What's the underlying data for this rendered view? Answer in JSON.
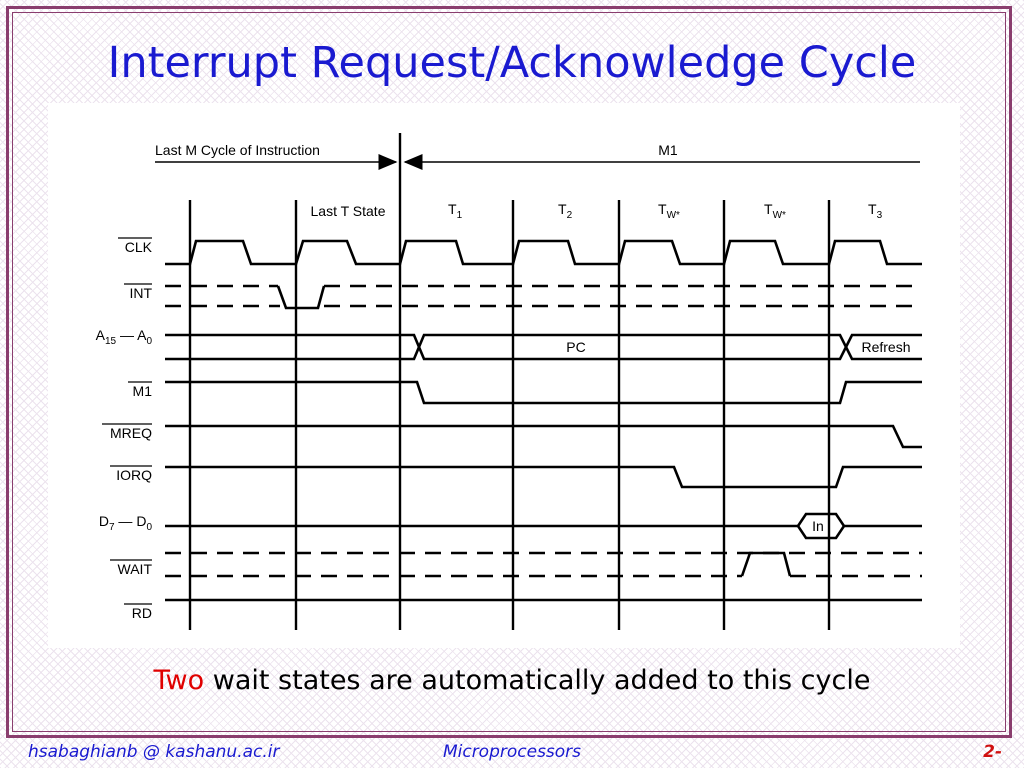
{
  "slide": {
    "title": "Interrupt Request/Acknowledge Cycle",
    "caption_accent": "Two",
    "caption_rest": " wait states are automatically added to this cycle",
    "footer_left": "hsabaghianb @ kashanu.ac.ir",
    "footer_center": "Microprocessors",
    "footer_right": "2-"
  },
  "diagram": {
    "cycle_labels": {
      "last_m_cycle": "Last M Cycle of Instruction",
      "m1": "M1"
    },
    "states": {
      "last_t": "Last T State",
      "t1": "T",
      "t1_sub": "1",
      "t2": "T",
      "t2_sub": "2",
      "tw1": "T",
      "tw1_sub": "W*",
      "tw2": "T",
      "tw2_sub": "W*",
      "t3": "T",
      "t3_sub": "3"
    },
    "signals": {
      "clk": "CLK",
      "int": "INT",
      "addr_a": "A",
      "addr_a_sub1": "15",
      "addr_dash": " — A",
      "addr_a_sub2": "0",
      "m1": "M1",
      "mreq": "MREQ",
      "iorq": "IORQ",
      "data_d": "D",
      "data_d_sub1": "7",
      "data_dash": " — D",
      "data_d_sub2": "0",
      "wait": "WAIT",
      "rd": "RD"
    },
    "bus_labels": {
      "pc": "PC",
      "refresh": "Refresh",
      "in": "In"
    }
  }
}
